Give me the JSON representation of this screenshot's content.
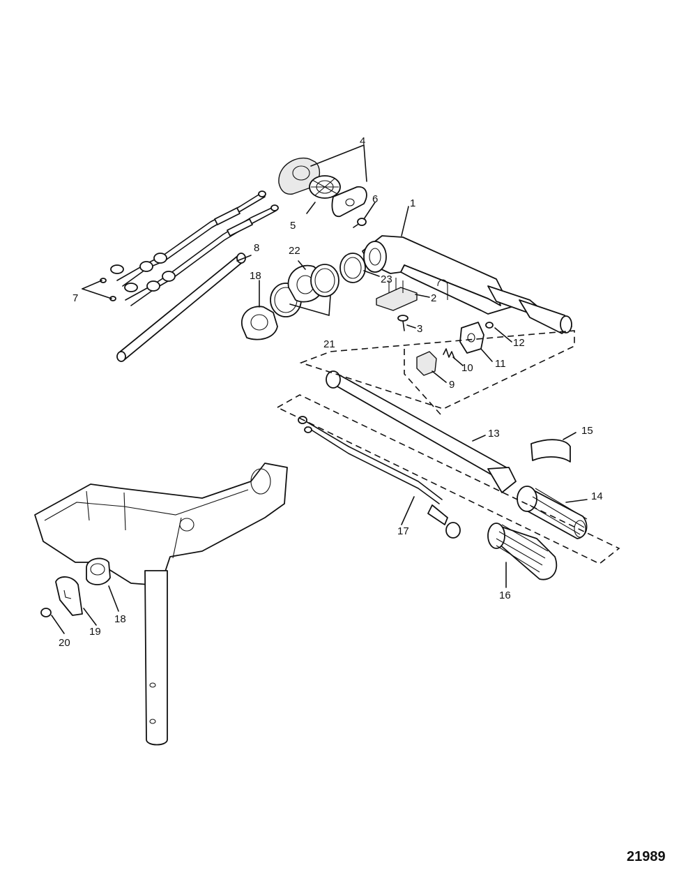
{
  "figure_number": "21989",
  "callouts": [
    {
      "id": "c1",
      "text": "1"
    },
    {
      "id": "c2",
      "text": "2"
    },
    {
      "id": "c3",
      "text": "3"
    },
    {
      "id": "c4",
      "text": "4"
    },
    {
      "id": "c5",
      "text": "5"
    },
    {
      "id": "c6",
      "text": "6"
    },
    {
      "id": "c7",
      "text": "7"
    },
    {
      "id": "c8",
      "text": "8"
    },
    {
      "id": "c9",
      "text": "9"
    },
    {
      "id": "c10",
      "text": "10"
    },
    {
      "id": "c11",
      "text": "11"
    },
    {
      "id": "c12",
      "text": "12"
    },
    {
      "id": "c13",
      "text": "13"
    },
    {
      "id": "c14",
      "text": "14"
    },
    {
      "id": "c15",
      "text": "15"
    },
    {
      "id": "c16",
      "text": "16"
    },
    {
      "id": "c17",
      "text": "17"
    },
    {
      "id": "c18a",
      "text": "18"
    },
    {
      "id": "c18b",
      "text": "18"
    },
    {
      "id": "c19",
      "text": "19"
    },
    {
      "id": "c20",
      "text": "20"
    },
    {
      "id": "c21",
      "text": "21"
    },
    {
      "id": "c22",
      "text": "22"
    },
    {
      "id": "c23",
      "text": "23"
    }
  ]
}
